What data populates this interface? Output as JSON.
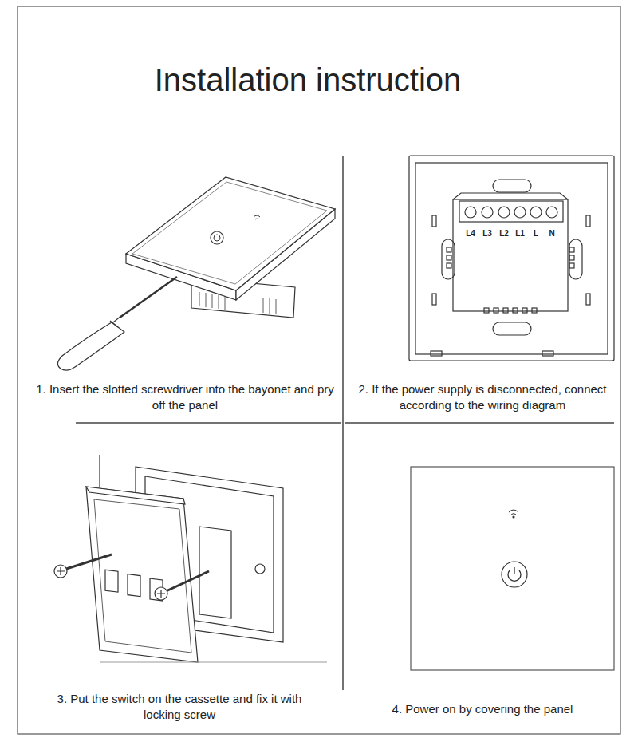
{
  "diagram": {
    "title": "Installation instruction",
    "labels": [
      "L4",
      "L3",
      "L2",
      "L1",
      "L",
      "N",
      "1. Insert the slotted screwdriver into the bayonet and pry off the panel",
      "2. If the power supply is disconnected, connect according to the wiring diagram",
      "3. Put the switch on the cassette and fix it with locking screw",
      "4. Power on by covering the panel"
    ]
  }
}
